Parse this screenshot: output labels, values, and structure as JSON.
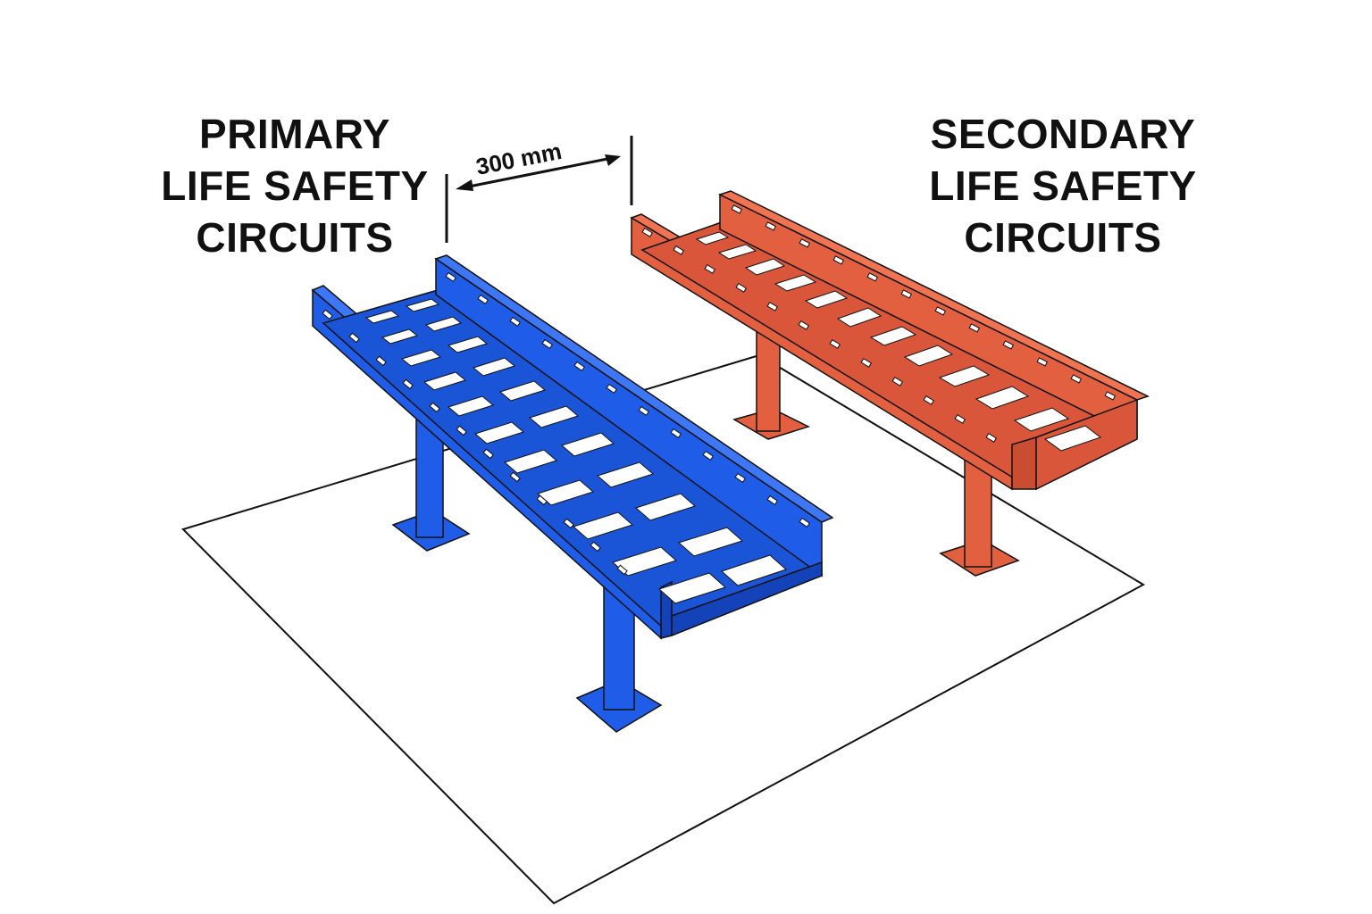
{
  "labels": {
    "primary": [
      "PRIMARY",
      "LIFE SAFETY",
      "CIRCUITS"
    ],
    "secondary": [
      "SECONDARY",
      "LIFE SAFETY",
      "CIRCUITS"
    ]
  },
  "dimension": {
    "text": "300 mm"
  },
  "trays": {
    "primary": {
      "color": "#1f5de8",
      "dark": "#1442b8",
      "name": "primary-cable-tray"
    },
    "secondary": {
      "color": "#e2603f",
      "dark": "#b84428",
      "name": "secondary-cable-tray"
    }
  }
}
